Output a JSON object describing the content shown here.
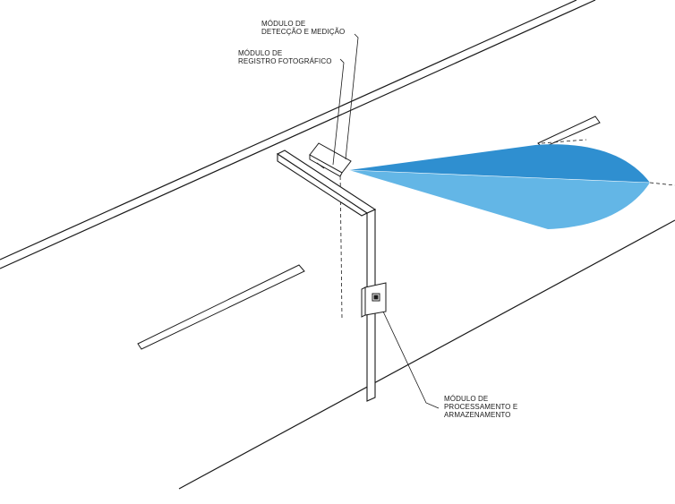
{
  "diagram": {
    "labels": {
      "detection_module": [
        "MÓDULO DE",
        "DETECÇÃO E MEDIÇÃO"
      ],
      "photo_module": [
        "MÓDULO DE",
        "REGISTRO FOTOGRÁFICO"
      ],
      "processing_module": [
        "MÓDULO DE",
        "PROCESSAMENTO E",
        "ARMAZENAMENTO"
      ]
    },
    "colors": {
      "beam_dark": "#2f8fd0",
      "beam_light": "#63b6e6",
      "line": "#1a1a1a",
      "background": "#ffffff"
    }
  }
}
